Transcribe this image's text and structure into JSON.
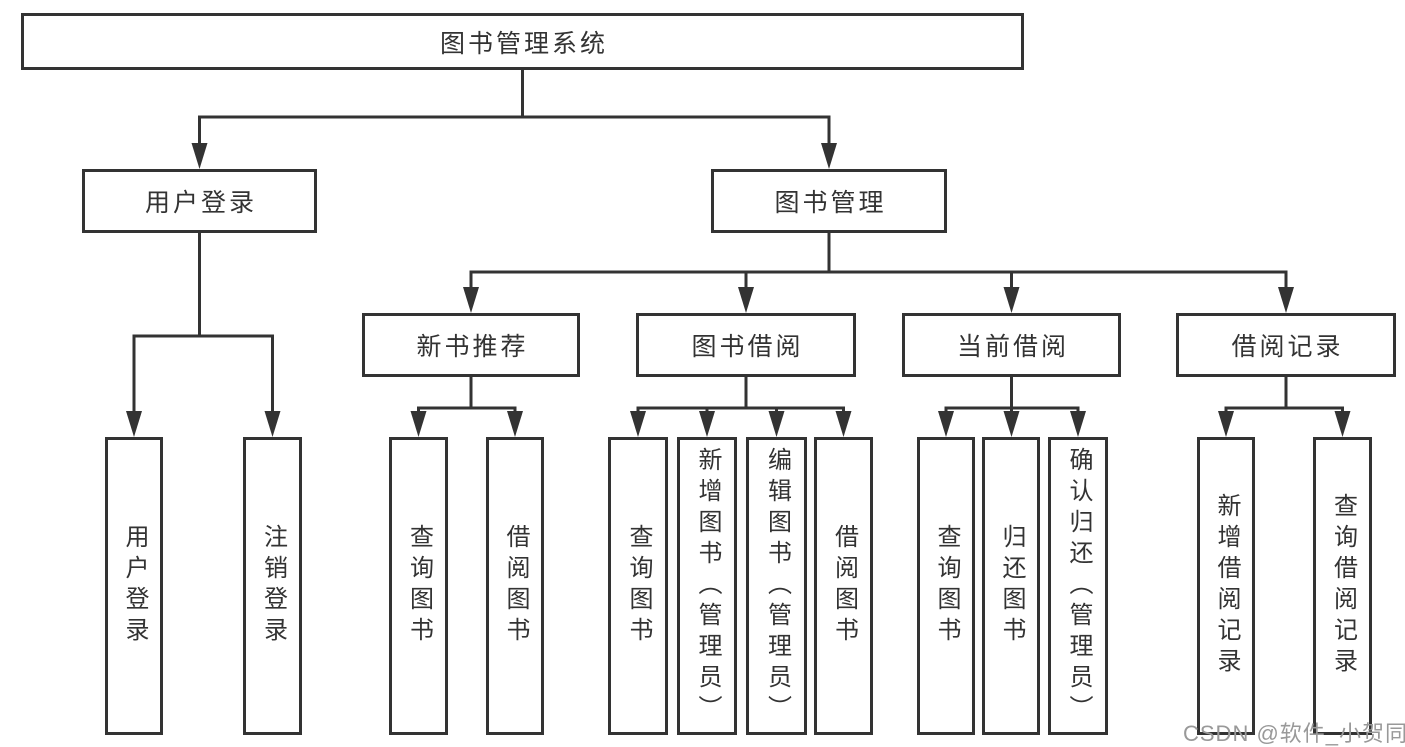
{
  "colors": {
    "line": "#333333",
    "border": "#333333",
    "text": "#333333",
    "box_fill": "#ffffff",
    "background": "#ffffff",
    "watermark": "#999999"
  },
  "tree": {
    "root": "图书管理系统",
    "children": [
      {
        "label": "用户登录",
        "children": [
          {
            "label": "用户登录"
          },
          {
            "label": "注销登录"
          }
        ]
      },
      {
        "label": "图书管理",
        "children": [
          {
            "label": "新书推荐",
            "children": [
              {
                "label": "查询图书"
              },
              {
                "label": "借阅图书"
              }
            ]
          },
          {
            "label": "图书借阅",
            "children": [
              {
                "label": "查询图书"
              },
              {
                "label": "新增图书（管理员）"
              },
              {
                "label": "编辑图书（管理员）"
              },
              {
                "label": "借阅图书"
              }
            ]
          },
          {
            "label": "当前借阅",
            "children": [
              {
                "label": "查询图书"
              },
              {
                "label": "归还图书"
              },
              {
                "label": "确认归还（管理员）"
              }
            ]
          },
          {
            "label": "借阅记录",
            "children": [
              {
                "label": "新增借阅记录"
              },
              {
                "label": "查询借阅记录"
              }
            ]
          }
        ]
      }
    ]
  },
  "watermark": {
    "text": "CSDN @软件_小贺同学"
  }
}
